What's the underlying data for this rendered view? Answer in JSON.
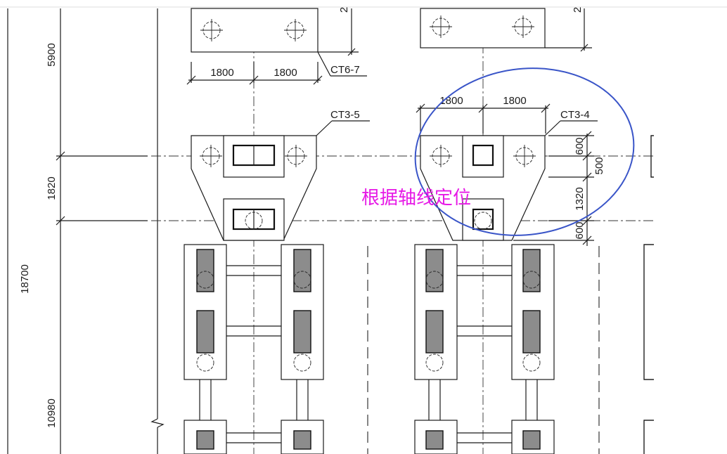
{
  "dimensions": {
    "d5900": "5900",
    "d1820": "1820",
    "d18700": "18700",
    "d10980": "10980",
    "top_left_a": "1800",
    "top_left_b": "1800",
    "top_right_a": "1800",
    "top_right_b": "1800",
    "right_600a": "600",
    "right_500": "500",
    "right_1320": "1320",
    "right_600b": "600",
    "top_cut_left": "2",
    "top_cut_right": "2"
  },
  "labels": {
    "ct6_7": "CT6-7",
    "ct3_5": "CT3-5",
    "ct3_4": "CT3-4"
  },
  "annotation": {
    "text": "根据轴线定位",
    "color": "#e619e6",
    "circle_color": "#3a55c8"
  }
}
